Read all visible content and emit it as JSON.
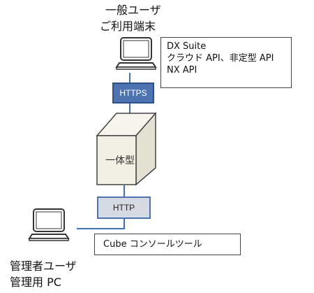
{
  "user": {
    "title_line1": "一般ユーザ",
    "title_line2": "ご利用端末"
  },
  "services": {
    "line1": "DX Suite",
    "line2": "クラウド API、非定型 API",
    "line3": "NX API"
  },
  "protocols": {
    "https": "HTTPS",
    "http": "HTTP"
  },
  "appliance": {
    "label": "一体型"
  },
  "console": {
    "label": "Cube コンソールツール"
  },
  "admin": {
    "title_line1": "管理者ユーザ",
    "title_line2": "管理用 PC"
  },
  "colors": {
    "connector": "#3f6fb5",
    "https_fill": "#4e73b3",
    "http_fill": "#d6dbe3",
    "cube_front": "#f2efe4",
    "cube_top": "#f7f5ee",
    "cube_side": "#e4e0d2"
  },
  "icons": {
    "user_device": "laptop-icon",
    "admin_device": "laptop-icon",
    "server": "cube-icon"
  }
}
